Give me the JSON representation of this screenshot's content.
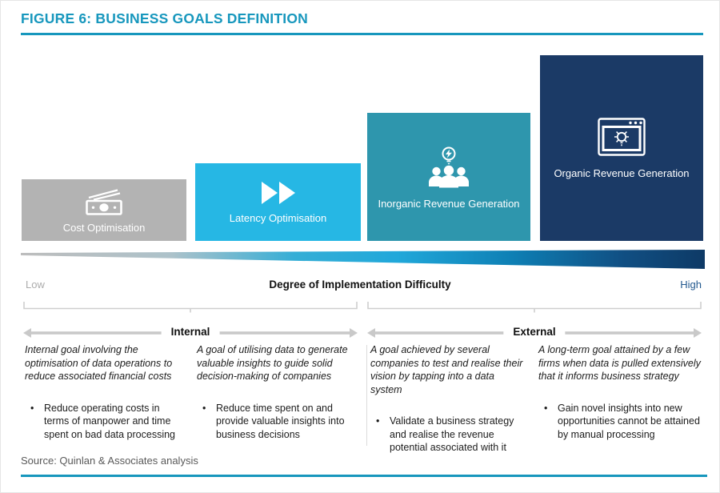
{
  "title": "FIGURE 6: BUSINESS GOALS DEFINITION",
  "colors": {
    "accent_teal": "#1797BD",
    "bar_gray": "#B3B3B3",
    "bar_cyan": "#26B7E4",
    "bar_teal": "#2E96AD",
    "bar_navy": "#1B3A66",
    "low_text": "#ACACAC",
    "high_text": "#23598F",
    "arrow_gray": "#C9C9C9"
  },
  "bars": [
    {
      "label": "Cost Optimisation",
      "icon": "banknotes-icon",
      "color": "#B3B3B3"
    },
    {
      "label": "Latency Optimisation",
      "icon": "fast-forward-icon",
      "color": "#26B7E4"
    },
    {
      "label": "Inorganic Revenue Generation",
      "icon": "team-idea-icon",
      "color": "#2E96AD"
    },
    {
      "label": "Organic Revenue Generation",
      "icon": "browser-idea-icon",
      "color": "#1B3A66"
    }
  ],
  "difficulty_axis": {
    "low": "Low",
    "label": "Degree of Implementation Difficulty",
    "high": "High"
  },
  "sections": [
    {
      "name": "Internal",
      "columns": [
        {
          "description": "Internal goal involving the optimisation of data operations to reduce associated financial costs",
          "bullets": [
            "Reduce operating costs in terms of manpower and time spent on bad data processing"
          ]
        },
        {
          "description": "A goal of utilising data to generate valuable insights to guide solid decision-making of companies",
          "bullets": [
            "Reduce time spent on and provide valuable insights into business decisions"
          ]
        }
      ]
    },
    {
      "name": "External",
      "columns": [
        {
          "description": "A goal achieved by several companies to test and realise their vision by tapping into a data system",
          "bullets": [
            "Validate a business strategy and realise the revenue potential associated with it"
          ]
        },
        {
          "description": "A long-term goal attained by a few firms when data is pulled extensively that it informs business strategy",
          "bullets": [
            "Gain novel insights into new opportunities cannot be attained by manual processing"
          ]
        }
      ]
    }
  ],
  "source": "Source: Quinlan & Associates analysis"
}
